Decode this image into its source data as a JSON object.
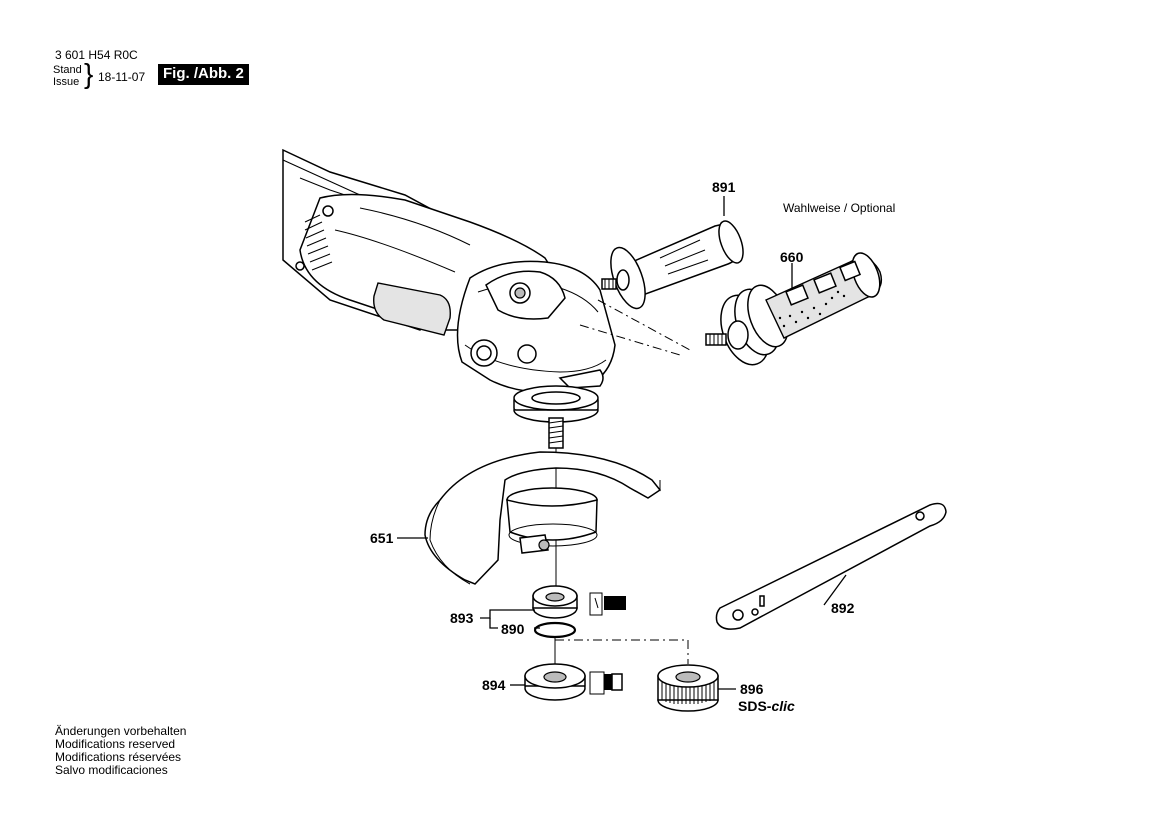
{
  "header": {
    "doc_number": "3 601 H54 R0C",
    "stand": "Stand",
    "issue": "Issue",
    "date": "18-11-07",
    "figure": "Fig. /Abb. 2"
  },
  "optional_note": "Wahlweise / Optional",
  "parts": {
    "p891": "891",
    "p660": "660",
    "p651": "651",
    "p893": "893",
    "p890": "890",
    "p892": "892",
    "p894": "894",
    "p896": "896",
    "sds": "SDS-",
    "sds_script": "clic"
  },
  "footer": {
    "line1": "Änderungen vorbehalten",
    "line2": "Modifications reserved",
    "line3": "Modifications réservées",
    "line4": "Salvo modificaciones"
  }
}
